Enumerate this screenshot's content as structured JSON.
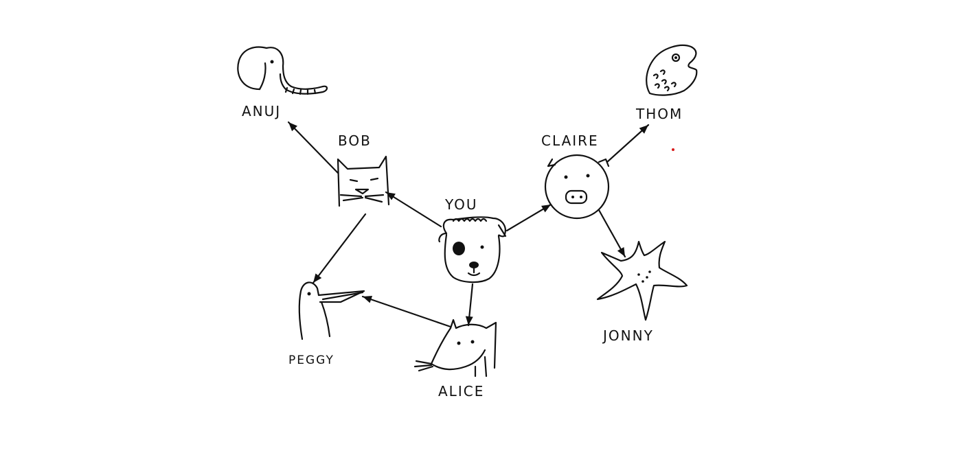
{
  "graph": {
    "nodes": [
      {
        "id": "you",
        "label": "YOU",
        "animal": "dog-icon"
      },
      {
        "id": "bob",
        "label": "BOB",
        "animal": "cat-icon"
      },
      {
        "id": "claire",
        "label": "CLAIRE",
        "animal": "pig-icon"
      },
      {
        "id": "alice",
        "label": "ALICE",
        "animal": "mouse-icon"
      },
      {
        "id": "anuj",
        "label": "ANUJ",
        "animal": "elephant-icon"
      },
      {
        "id": "peggy",
        "label": "PEGGY",
        "animal": "bird-icon"
      },
      {
        "id": "thom",
        "label": "THOM",
        "animal": "fish-icon"
      },
      {
        "id": "jonny",
        "label": "JONNY",
        "animal": "starfish-icon"
      }
    ],
    "edges": [
      {
        "from": "you",
        "to": "bob"
      },
      {
        "from": "you",
        "to": "claire"
      },
      {
        "from": "you",
        "to": "alice"
      },
      {
        "from": "bob",
        "to": "anuj"
      },
      {
        "from": "bob",
        "to": "peggy"
      },
      {
        "from": "alice",
        "to": "peggy"
      },
      {
        "from": "claire",
        "to": "thom"
      },
      {
        "from": "claire",
        "to": "jonny"
      }
    ]
  },
  "colors": {
    "ink": "#111111",
    "background": "#ffffff",
    "dot": "#d81b1b"
  }
}
